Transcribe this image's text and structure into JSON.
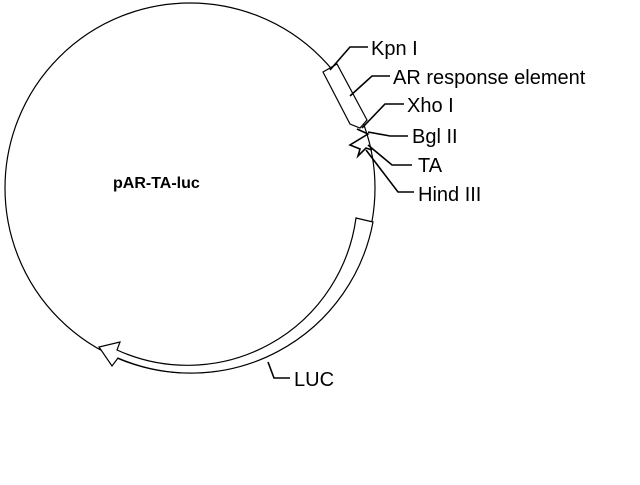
{
  "plasmid": {
    "name": "pAR-TA-luc"
  },
  "features": {
    "kpn": "Kpn I",
    "are": "AR response element",
    "xho": "Xho I",
    "bgl": "Bgl II",
    "ta": "TA",
    "hind": "Hind III",
    "luc": "LUC"
  },
  "colors": {
    "stroke": "#000000",
    "background": "#ffffff"
  }
}
